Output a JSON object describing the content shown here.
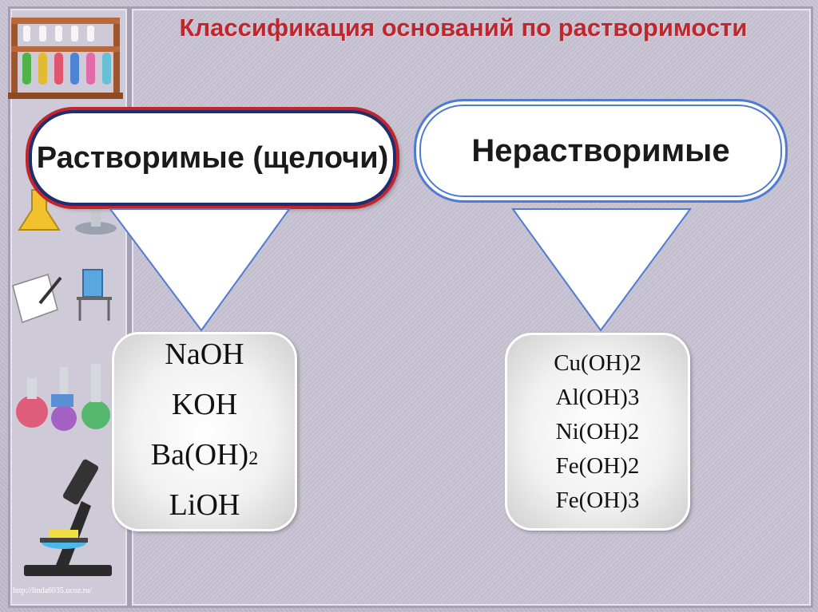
{
  "slide": {
    "title": "Классификация оснований по растворимости",
    "footer_url": "http://linda6035.ucoz.ru/"
  },
  "categories": [
    {
      "label": "Растворимые (щелочи)",
      "formulas": [
        {
          "main": "NaOH",
          "sub": ""
        },
        {
          "main": "KOH",
          "sub": ""
        },
        {
          "main": "Ba(OH)",
          "sub": "2"
        },
        {
          "main": "LiOH",
          "sub": ""
        }
      ]
    },
    {
      "label": "Нерастворимые",
      "formulas": [
        {
          "main": "Cu(OH)2",
          "sub": ""
        },
        {
          "main": "Al(OH)3",
          "sub": ""
        },
        {
          "main": "Ni(OH)2",
          "sub": ""
        },
        {
          "main": "Fe(OH)2",
          "sub": ""
        },
        {
          "main": "Fe(OH)3",
          "sub": ""
        }
      ]
    }
  ],
  "colors": {
    "title": "#c0262d",
    "soluble_border": "#1f2f6e",
    "insoluble_border": "#4f7bd0",
    "connector": "#4f7bd0"
  },
  "sidebar_icons": [
    "test-tube-rack-icon",
    "flask-icon",
    "lab-notebook-icon",
    "beakers-icon",
    "microscope-icon"
  ]
}
